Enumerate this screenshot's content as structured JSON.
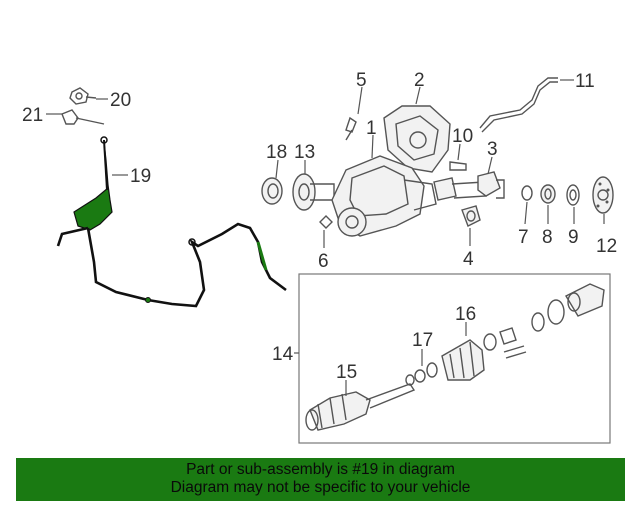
{
  "diagram": {
    "labels": {
      "p1": "1",
      "p2": "2",
      "p3": "3",
      "p4": "4",
      "p5": "5",
      "p6": "6",
      "p7": "7",
      "p8": "8",
      "p9": "9",
      "p10": "10",
      "p11": "11",
      "p12": "12",
      "p13": "13",
      "p14": "14",
      "p15": "15",
      "p16": "16",
      "p17": "17",
      "p18": "18",
      "p19": "19",
      "p20": "20",
      "p21": "21"
    },
    "highlight_color": "#1a7a12",
    "highlighted_part": "19"
  },
  "footer": {
    "line1": "Part or sub-assembly is #19 in diagram",
    "line2": "Diagram may not be specific to your vehicle"
  }
}
